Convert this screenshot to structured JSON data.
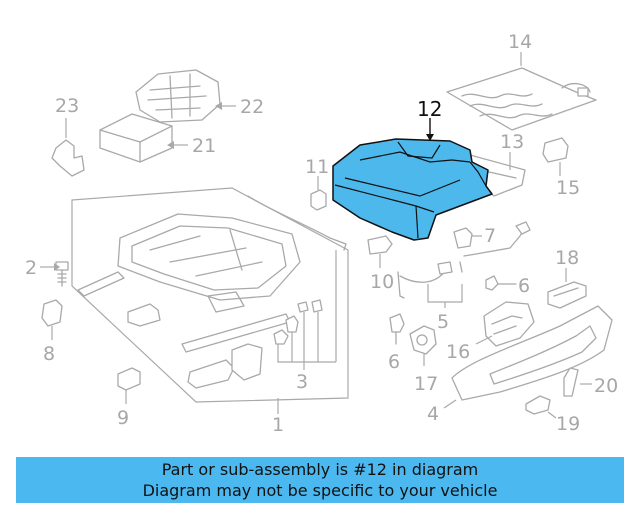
{
  "diagram": {
    "callouts": {
      "c1": "1",
      "c2": "2",
      "c3": "3",
      "c4": "4",
      "c5": "5",
      "c6a": "6",
      "c6b": "6",
      "c7": "7",
      "c8": "8",
      "c9": "9",
      "c10": "10",
      "c11": "11",
      "c12": "12",
      "c13": "13",
      "c14": "14",
      "c15": "15",
      "c16": "16",
      "c17": "17",
      "c18": "18",
      "c19": "19",
      "c20": "20",
      "c21": "21",
      "c22": "22",
      "c23": "23"
    },
    "highlighted_part": "12",
    "colors": {
      "highlight": "#4db8ec",
      "line": "#a9a9a9",
      "caption_bg": "#4cb8f0"
    }
  },
  "caption": {
    "line1": "Part or sub-assembly is #12 in diagram",
    "line2": "Diagram may not be specific to your vehicle"
  }
}
